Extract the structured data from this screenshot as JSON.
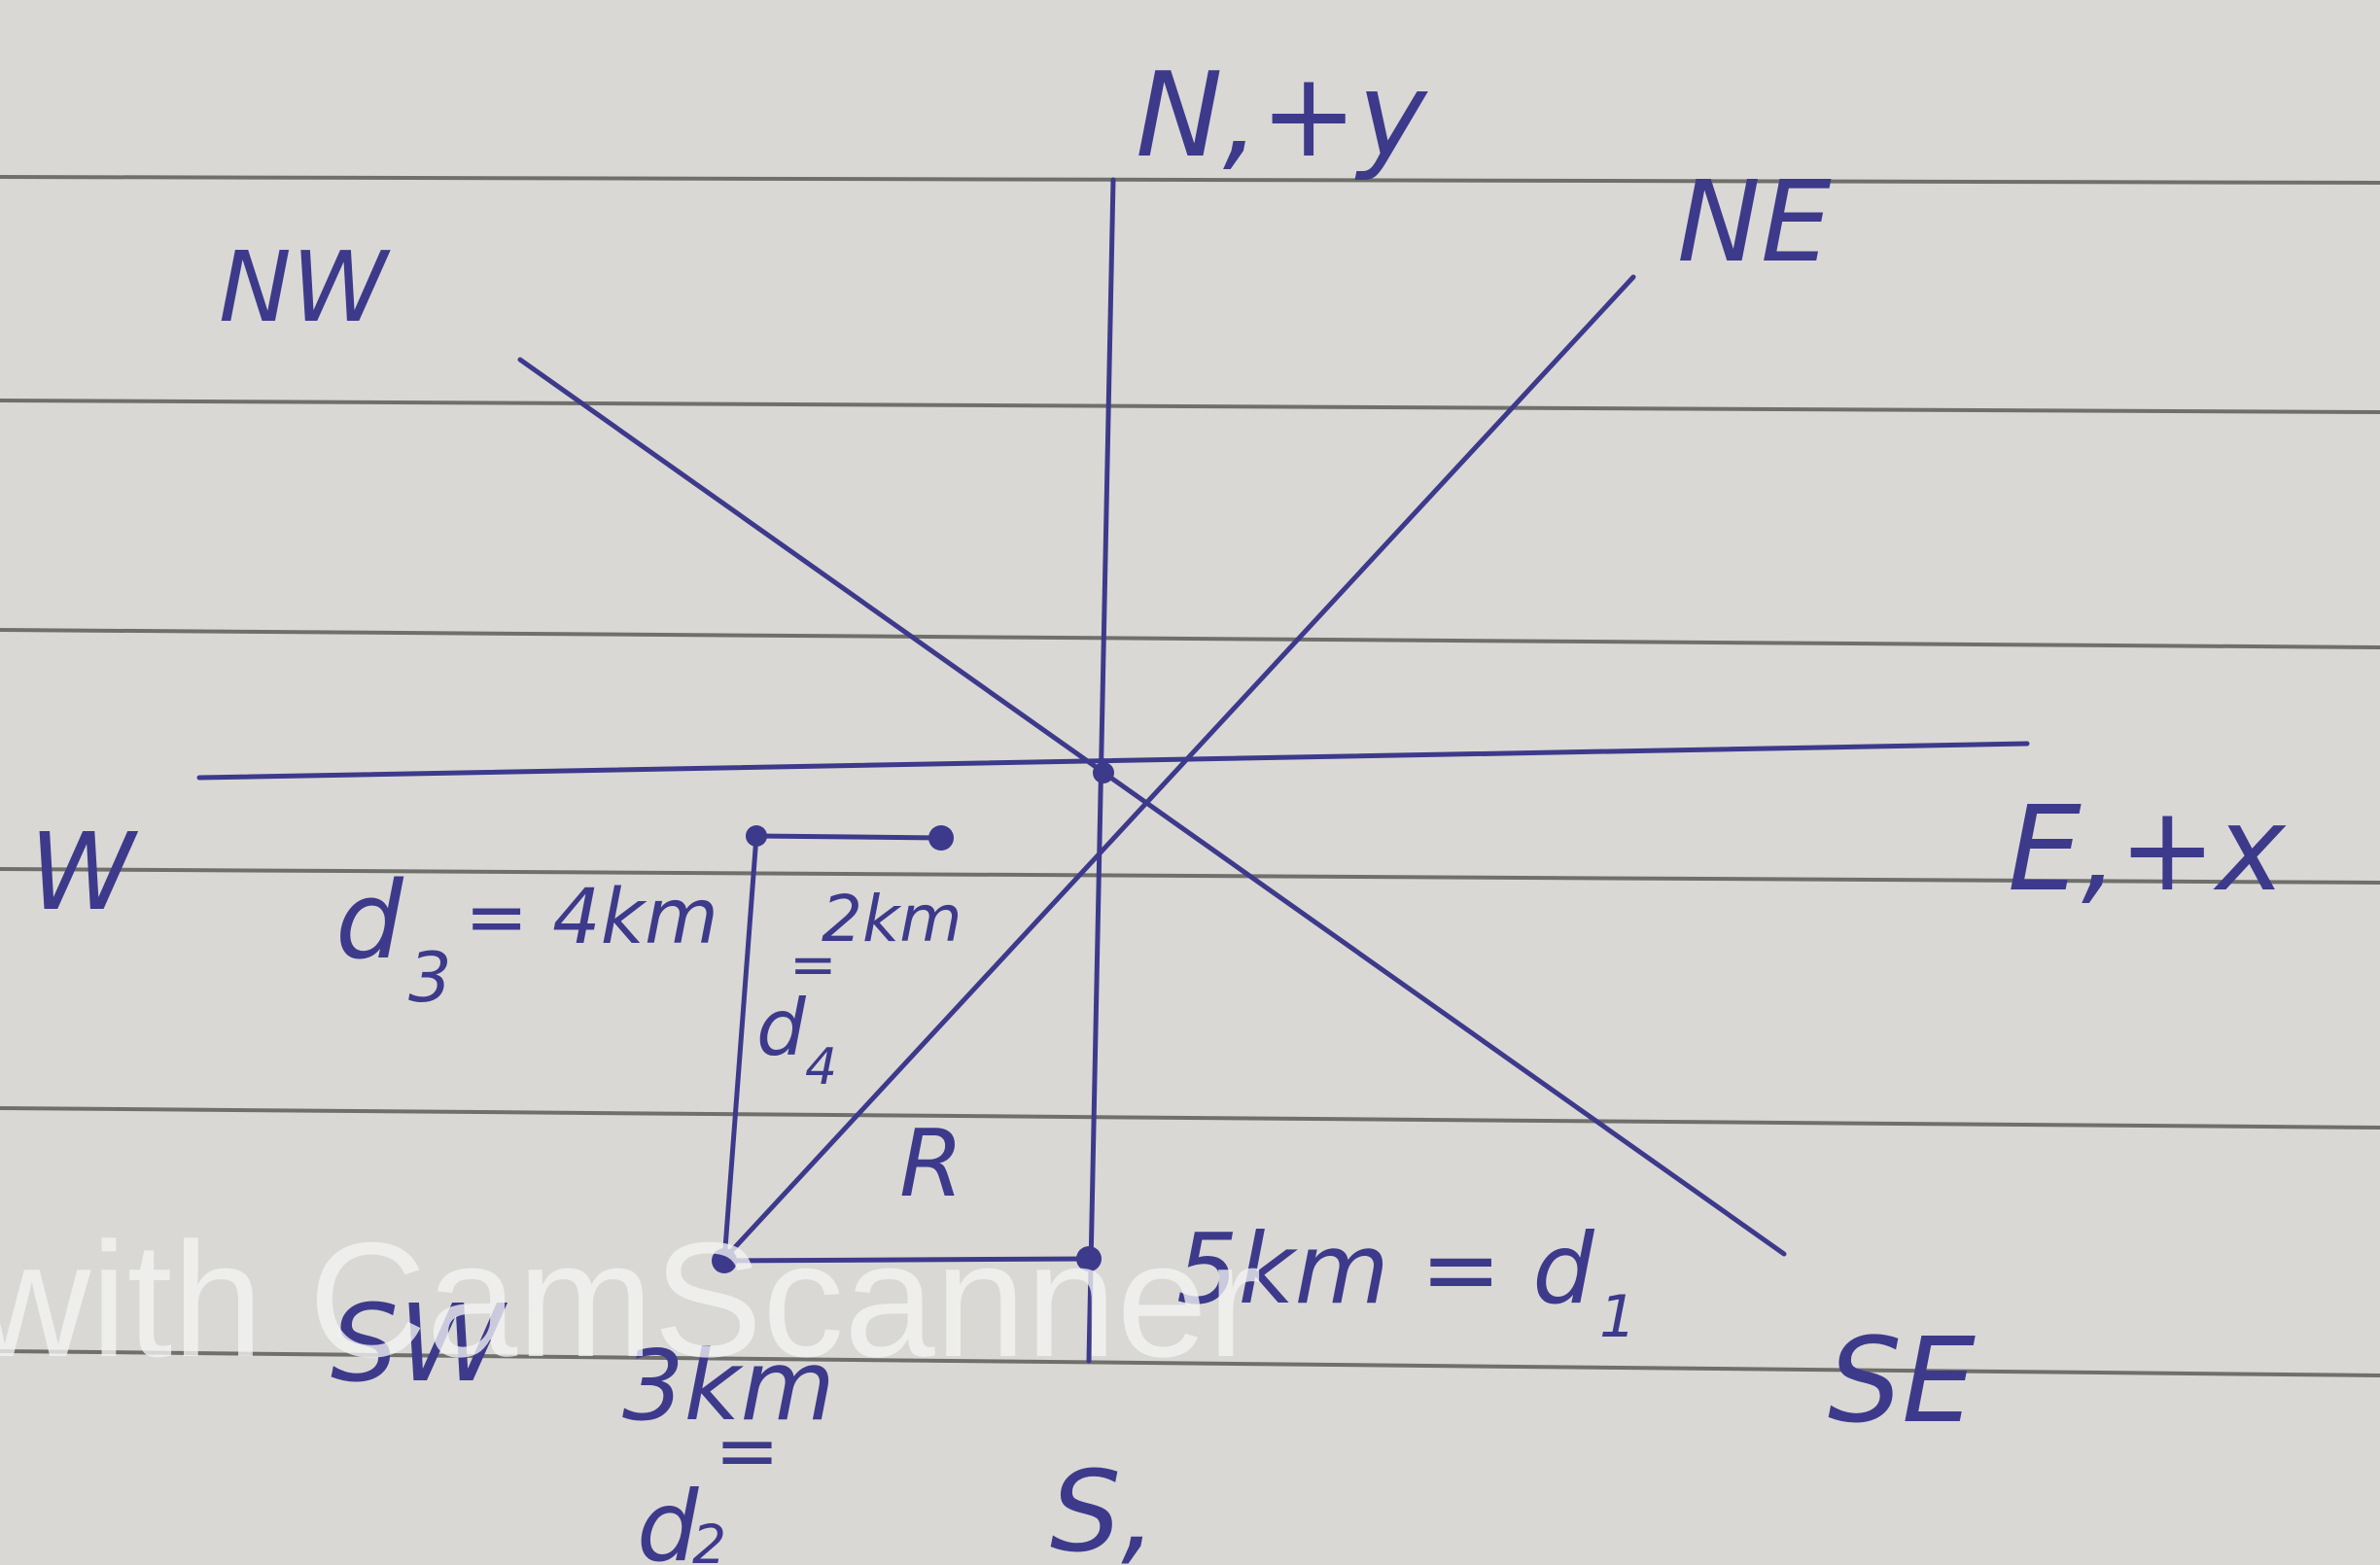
{
  "colors": {
    "paper": "#d9d8d4",
    "rule": "#6f6f6c",
    "ink": "#3d3a8c",
    "watermark": "#f4f4f4"
  },
  "labels": {
    "north": "N,+y",
    "northeast": "NE",
    "northwest": "NW",
    "west": "W",
    "east": "E,+x",
    "southeast": "SE",
    "southwest": "SW",
    "south": "S,"
  },
  "annotations": {
    "d3": "d",
    "d3_sub": "3",
    "d3_value": "= 4km",
    "two_km": "2km",
    "d4": "d",
    "d4_sub": "4",
    "d4_eq": "=",
    "resultant": "R",
    "five_km_d1": "5km = d",
    "d1_sub": "1",
    "three_km": "3km",
    "eq_below": "=",
    "d2": "d",
    "d2_sub": "2"
  },
  "watermark": "with CamScanner"
}
